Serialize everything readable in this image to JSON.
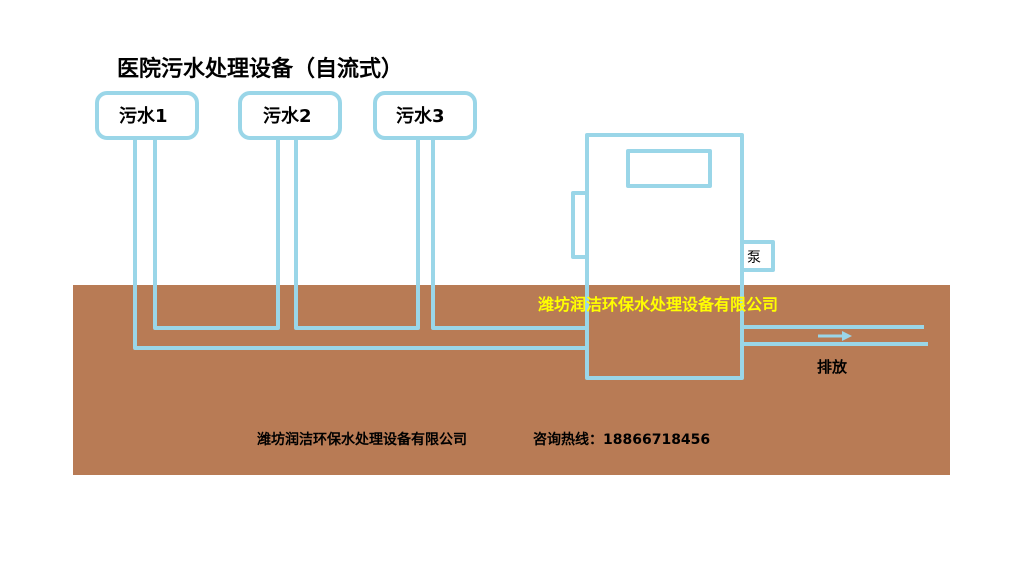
{
  "title": "医院污水处理设备（自流式）",
  "sources": [
    {
      "label": "污水1"
    },
    {
      "label": "污水2"
    },
    {
      "label": "污水3"
    }
  ],
  "equipment": {
    "pump_label": "泵",
    "company_overlay": "潍坊润洁环保水处理设备有限公司"
  },
  "discharge_label": "排放",
  "footer": {
    "company": "潍坊润洁环保水处理设备有限公司",
    "hotline": "咨询热线：18866718456"
  },
  "colors": {
    "ground": "#b87b55",
    "pipe": "#9ad6e8",
    "overlay_text": "#ffff00",
    "text": "#000000",
    "background": "#ffffff"
  }
}
